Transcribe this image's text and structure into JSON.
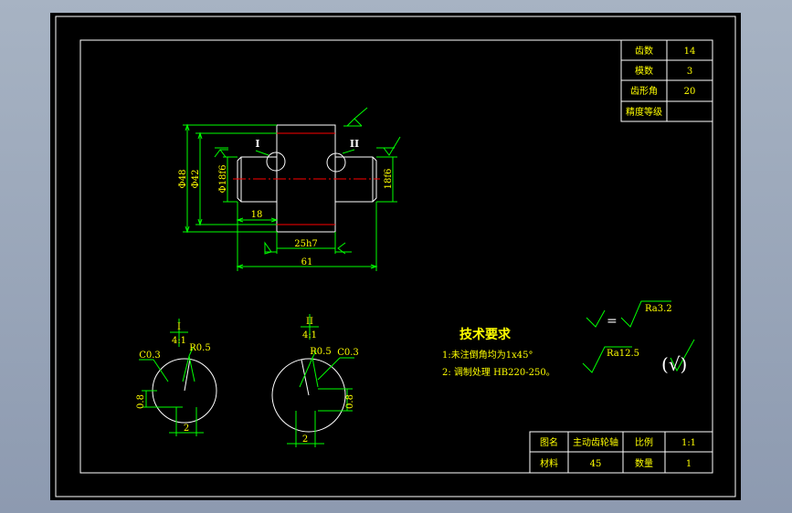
{
  "colors": {
    "background": "#000000",
    "frame": "#ffffff",
    "dimension": "#00ff00",
    "text": "#ffff00",
    "center_line": "#ff0000"
  },
  "gear_table": [
    {
      "label": "齿数",
      "value": "14"
    },
    {
      "label": "模数",
      "value": "3"
    },
    {
      "label": "齿形角",
      "value": "20"
    },
    {
      "label": "精度等级",
      "value": ""
    }
  ],
  "main_view": {
    "labels": {
      "detail_1": "I",
      "detail_2": "II",
      "dia_outer": "Φ48",
      "dia_hub": "Φ42",
      "dia_shaft_left": "Φ18f6",
      "dia_shaft_right": "18f6",
      "len_left": "18",
      "len_hub": "25h7",
      "len_total": "61"
    }
  },
  "details": {
    "detail_1": {
      "roman": "I",
      "scale": "4:1",
      "radius": "R0.5",
      "chamfer": "C0.3",
      "dim_vertical": "0.8",
      "dim_horizontal": "2"
    },
    "detail_2": {
      "roman": "II",
      "scale": "4:1",
      "radius": "R0.5",
      "chamfer": "C0.3",
      "dim_vertical": "0.8",
      "dim_horizontal": "2"
    }
  },
  "tech_requirements": {
    "title": "技术要求",
    "items": [
      "1:未注倒角均为1x45°",
      "2: 调制处理 HB220-250。"
    ]
  },
  "roughness": {
    "equals_sign": "=",
    "ra_1": "Ra3.2",
    "ra_2": "Ra12.5",
    "other_symbol": "(√)"
  },
  "title_block": {
    "row1": {
      "name_label": "图名",
      "name_value": "主动齿轮轴",
      "scale_label": "比例",
      "scale_value": "1:1"
    },
    "row2": {
      "material_label": "材料",
      "material_value": "45",
      "qty_label": "数量",
      "qty_value": "1"
    }
  }
}
